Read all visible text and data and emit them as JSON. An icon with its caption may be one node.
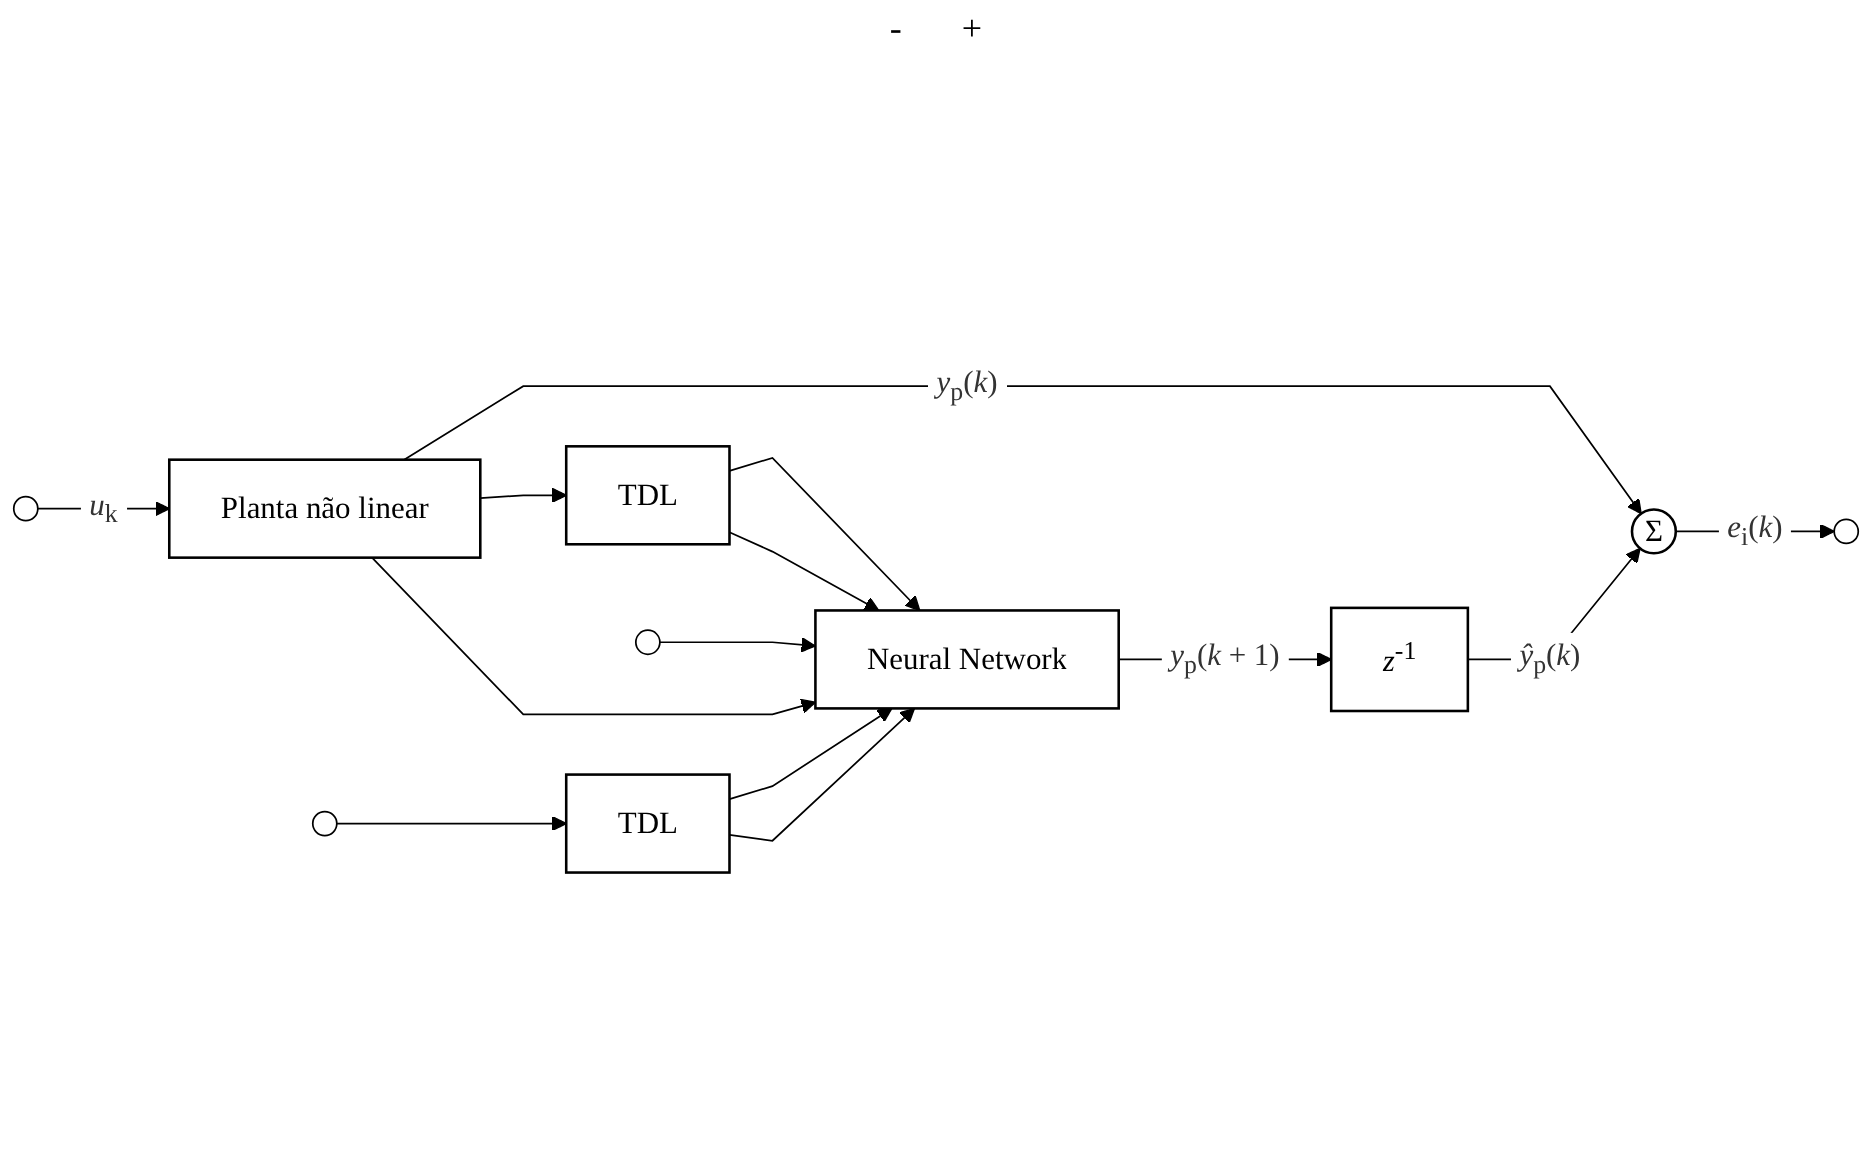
{
  "diagram": {
    "nodes": [
      {
        "text": [
          "Planta não linear"
        ]
      },
      {
        "text": [
          "TDL"
        ]
      },
      {
        "text": [
          "TDL"
        ]
      },
      {
        "text": [
          "Σ"
        ]
      },
      {
        "text": [
          "Neural Network"
        ]
      },
      {
        "text": [
          "*z*$^{-1}$"
        ]
      }
    ],
    "edges": [
      {
        "from": null,
        "to": 0,
        "arrow": "to",
        "label": "*u*$_{k}$"
      },
      {
        "from": null,
        "to": 1,
        "arrow": "to"
      },
      {
        "from": null,
        "to": 4,
        "arrow": "to"
      },
      {
        "from": 0,
        "to": 3,
        "arrow": "to",
        "label": "*y*$_{p}$(*k*)"
      },
      {
        "from": 0,
        "to": 2,
        "arrow": "to"
      },
      {
        "from": 0,
        "to": 4,
        "arrow": "to"
      },
      {
        "from": 1,
        "to": 4,
        "arrow": "to"
      },
      {
        "from": 1,
        "to": 4,
        "arrow": "to"
      },
      {
        "from": 2,
        "to": 4,
        "arrow": "to"
      },
      {
        "from": 2,
        "to": 4,
        "arrow": "to"
      },
      {
        "from": 4,
        "to": 5,
        "arrow": "to",
        "label": "*y*$_{p}$(*k* + 1)"
      },
      {
        "from": 5,
        "to": 3,
        "arrow": "to",
        "label": "*ŷ*$_{p}$(*k*)"
      },
      {
        "from": 3,
        "to": null,
        "arrow": "to",
        "label": "*e*$_{i}$(*k*)"
      }
    ],
    "labels": [
      "-",
      "+"
    ]
  }
}
